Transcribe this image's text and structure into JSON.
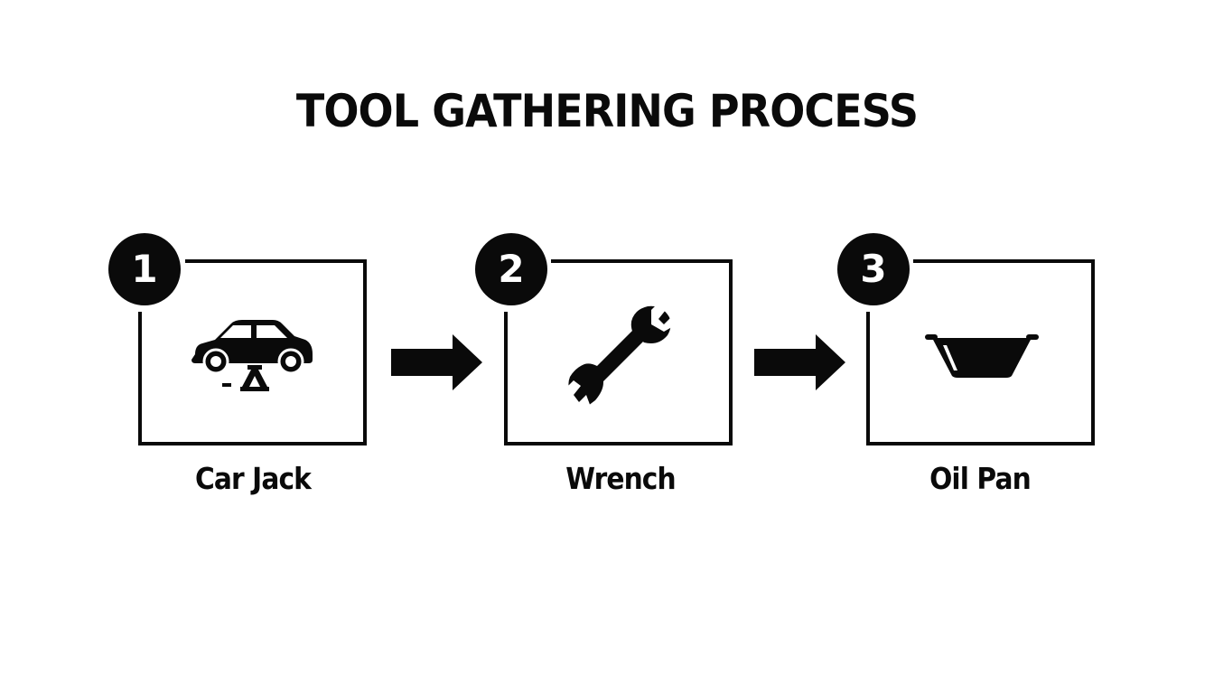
{
  "title": "TOOL GATHERING PROCESS",
  "steps": [
    {
      "number": "1",
      "label": "Car Jack",
      "icon": "car-on-jack-icon"
    },
    {
      "number": "2",
      "label": "Wrench",
      "icon": "wrench-icon"
    },
    {
      "number": "3",
      "label": "Oil Pan",
      "icon": "oil-pan-icon"
    }
  ],
  "connectors": [
    {
      "from": "1",
      "to": "2",
      "icon": "arrow-right-icon"
    },
    {
      "from": "2",
      "to": "3",
      "icon": "arrow-right-icon"
    }
  ],
  "colors": {
    "foreground": "#0a0a0a",
    "background": "#ffffff"
  }
}
